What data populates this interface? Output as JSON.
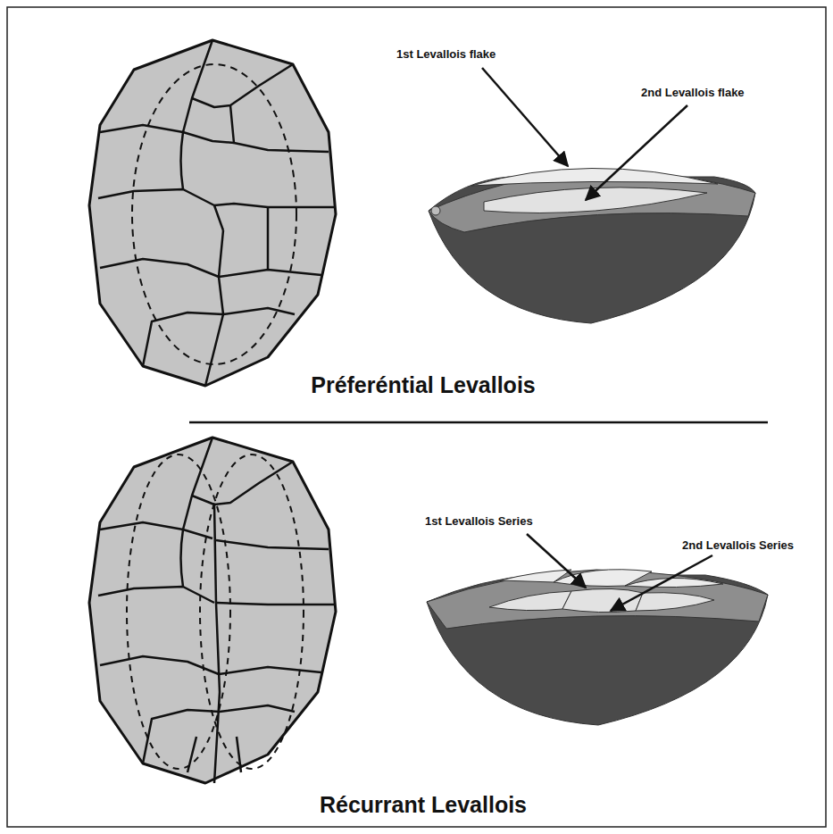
{
  "diagram": {
    "labels": [
      "1st Levallois flake",
      "2nd Levallois flake",
      "Préferéntial Levallois",
      "1st Levallois Series",
      "2nd Levallois Series",
      "Récurrant Levallois"
    ]
  }
}
